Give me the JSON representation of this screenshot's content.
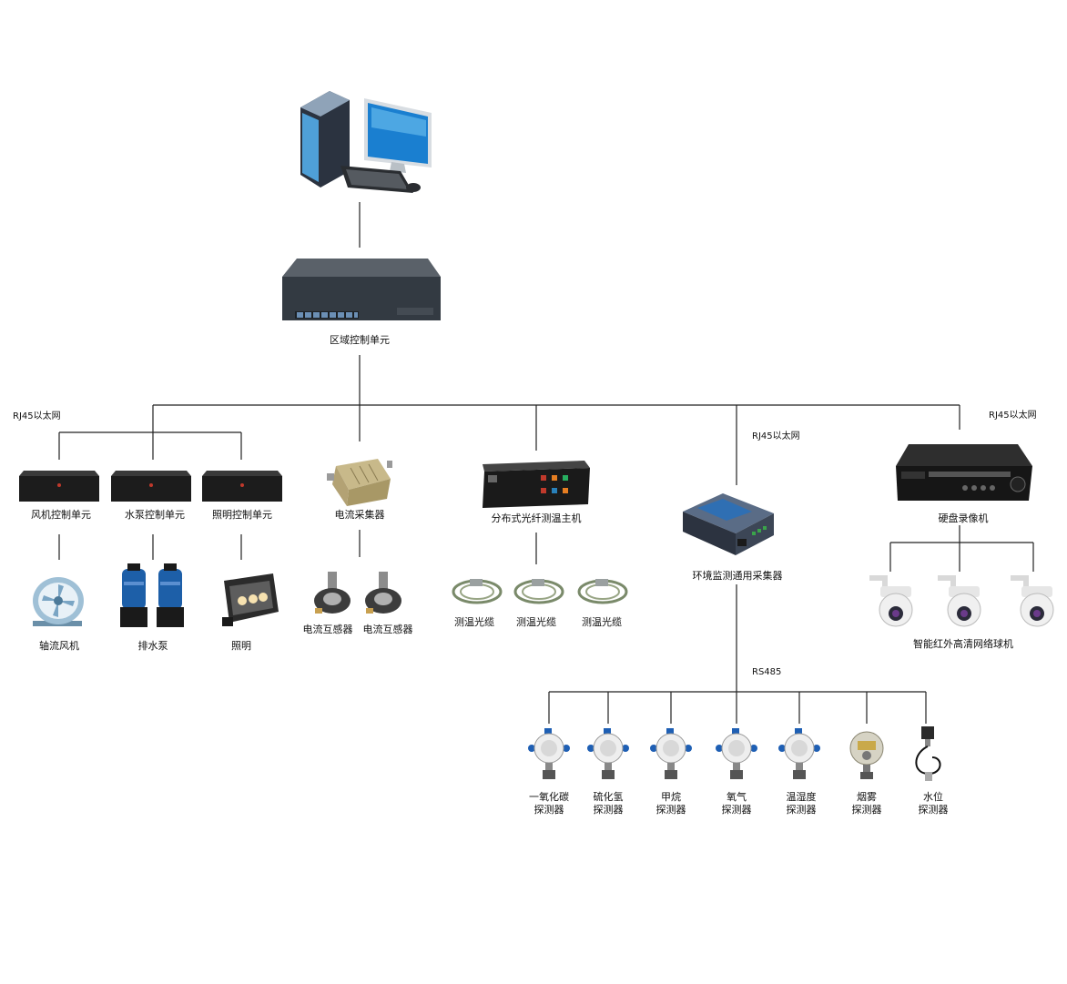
{
  "nodes": {
    "switch": "区域控制单元",
    "fan_unit": "风机控制单元",
    "pump_unit": "水泵控制单元",
    "light_unit": "照明控制单元",
    "current_collector": "电流采集器",
    "fiber_host": "分布式光纤测温主机",
    "env_collector": "环境监测通用采集器",
    "nvr": "硬盘录像机"
  },
  "devices": {
    "fan": "轴流风机",
    "pump": "排水泵",
    "light": "照明",
    "ct1": "电流互感器",
    "ct2": "电流互感器",
    "cable1": "测温光缆",
    "cable2": "测温光缆",
    "cable3": "测温光缆",
    "cameras": "智能红外高清网络球机"
  },
  "detectors": [
    {
      "line1": "一氧化碳",
      "line2": "探测器"
    },
    {
      "line1": "硫化氢",
      "line2": "探测器"
    },
    {
      "line1": "甲烷",
      "line2": "探测器"
    },
    {
      "line1": "氧气",
      "line2": "探测器"
    },
    {
      "line1": "温湿度",
      "line2": "探测器"
    },
    {
      "line1": "烟雾",
      "line2": "探测器"
    },
    {
      "line1": "水位",
      "line2": "探测器"
    }
  ],
  "links": {
    "rj45_left": "RJ45以太网",
    "rj45_mid": "RJ45以太网",
    "rj45_right": "RJ45以太网",
    "rs485": "RS485"
  },
  "colors": {
    "line": "#222222",
    "detector_blue": "#1e5fb4",
    "rack_dark": "#1c1c1c",
    "pump_blue": "#1d5fa8",
    "switch_body": "#3a4047"
  }
}
